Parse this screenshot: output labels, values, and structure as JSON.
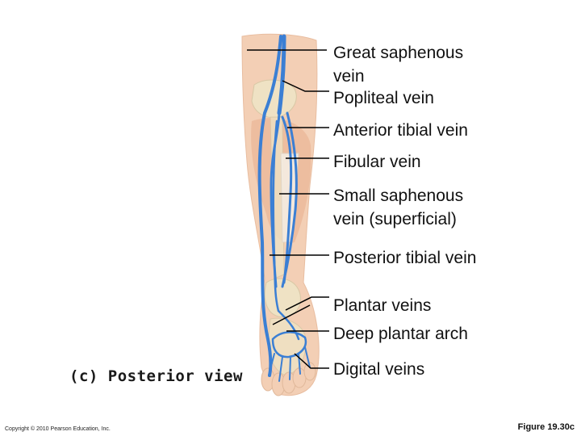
{
  "labels": {
    "great_saphenous": "Great saphenous vein",
    "great_saphenous_line1": "Great saphenous",
    "great_saphenous_line2": "vein",
    "popliteal": "Popliteal vein",
    "anterior_tibial": "Anterior tibial vein",
    "fibular": "Fibular vein",
    "small_saphenous_line1": "Small saphenous",
    "small_saphenous_line2": "vein (superficial)",
    "posterior_tibial": "Posterior tibial vein",
    "plantar": "Plantar veins",
    "deep_plantar_arch": "Deep plantar arch",
    "digital": "Digital veins"
  },
  "caption": "(c) Posterior view",
  "copyright": "Copyright © 2010 Pearson Education, Inc.",
  "figure_number": "Figure 19.30c",
  "colors": {
    "skin": "#f3cfb5",
    "muscle": "#e9a98b",
    "bone": "#efe2c4",
    "vein": "#3b7fd4",
    "leader": "#000000"
  }
}
